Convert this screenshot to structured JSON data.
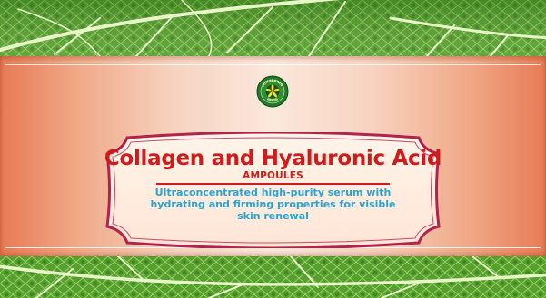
{
  "logo": {
    "ring_text_top": "HIMALAYAN",
    "ring_text_bottom": "HERBS"
  },
  "label": {
    "title": "Collagen and Hyaluronic Acid",
    "subtitle": "AMPOULES",
    "description_lines": [
      "Ultraconcentrated high-purity serum with",
      "hydrating and firming properties for visible",
      "skin renewal"
    ]
  },
  "colors": {
    "title": "#d11b1b",
    "description": "#2aa3cf",
    "leaf_green": "#4f9a2c",
    "band_orange": "#e87a55",
    "plaque_border": "#b2224b"
  }
}
